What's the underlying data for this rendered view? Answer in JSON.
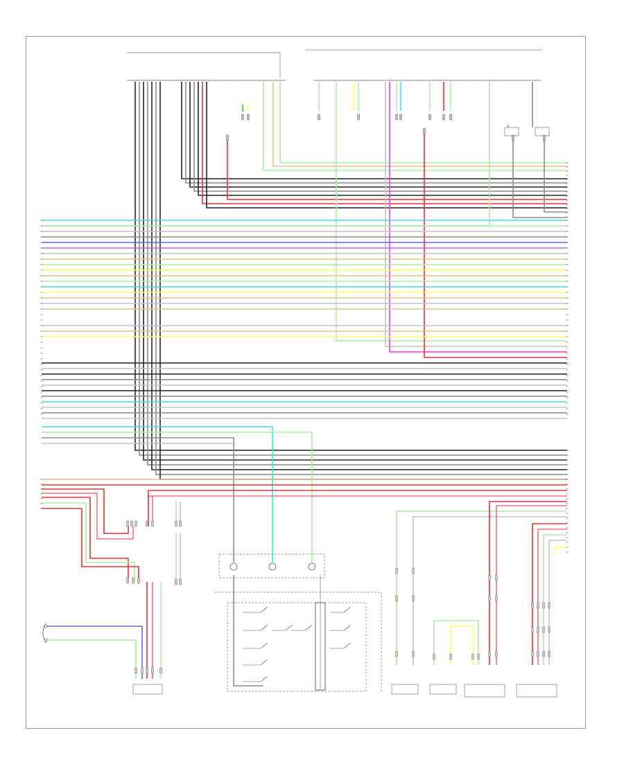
{
  "diagram": {
    "figure_code": "",
    "colors": {
      "black": "#222222",
      "gray": "#8a8a8a",
      "lt_gray": "#c2c2c2",
      "red": "#ff2a2a",
      "pink": "#ff6a8a",
      "green": "#3cd23c",
      "lt_green": "#a8f0a0",
      "cyan": "#36e4ee",
      "blue": "#6060ff",
      "violet": "#c060ff",
      "yellow": "#ffff50",
      "tan": "#e6c480",
      "magenta": "#ff30ff",
      "white_wire": "#dcdcdc",
      "frame": "#9a9a9a"
    },
    "components": [
      {
        "id": "upper-harness-header"
      },
      {
        "id": "upper-right-harness-header"
      },
      {
        "id": "pk-sensor-left"
      },
      {
        "id": "pk-sensor-right"
      },
      {
        "id": "front-sensor-left"
      },
      {
        "id": "front-sensor-right"
      },
      {
        "id": "right-front-sensor"
      },
      {
        "id": "center-switch-assembly"
      },
      {
        "id": "rear-sensor-1"
      },
      {
        "id": "rear-sensor-2"
      },
      {
        "id": "rear-sensor-3"
      },
      {
        "id": "rear-sensor-4"
      },
      {
        "id": "right-front-door-switch"
      }
    ]
  }
}
